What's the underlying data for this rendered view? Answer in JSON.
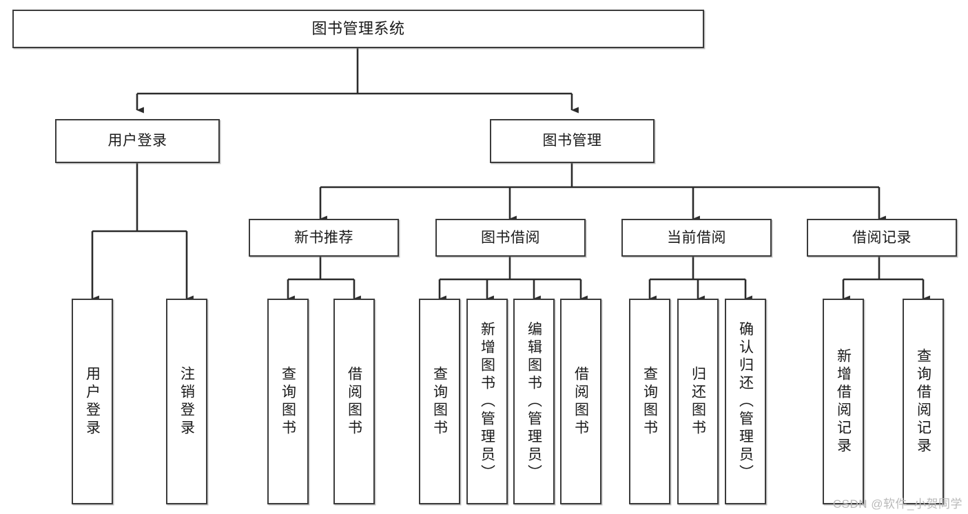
{
  "diagram": {
    "type": "tree-hierarchy",
    "title": "图书管理系统",
    "watermark": "CSDN @软件_小贺同学",
    "colors": {
      "box_border": "#3b3b3b",
      "box_fill": "#ffffff",
      "line": "#2b2b2b",
      "text": "#1a1a1a",
      "watermark": "#b9b9b9",
      "background": "#ffffff"
    },
    "levels": {
      "level1": [
        {
          "id": "root",
          "label": "图书管理系统"
        }
      ],
      "level2": [
        {
          "id": "user-login",
          "label": "用户登录",
          "parent": "root"
        },
        {
          "id": "book-manage",
          "label": "图书管理",
          "parent": "root"
        }
      ],
      "level3": [
        {
          "id": "new-book-rec",
          "label": "新书推荐",
          "parent": "book-manage"
        },
        {
          "id": "book-borrow",
          "label": "图书借阅",
          "parent": "book-manage"
        },
        {
          "id": "current-borrow",
          "label": "当前借阅",
          "parent": "book-manage"
        },
        {
          "id": "borrow-record",
          "label": "借阅记录",
          "parent": "book-manage"
        }
      ],
      "level4": [
        {
          "id": "leaf-1",
          "label": "用户登录",
          "parent": "user-login"
        },
        {
          "id": "leaf-2",
          "label": "注销登录",
          "parent": "user-login"
        },
        {
          "id": "leaf-3",
          "label": "查询图书",
          "parent": "new-book-rec"
        },
        {
          "id": "leaf-4",
          "label": "借阅图书",
          "parent": "new-book-rec"
        },
        {
          "id": "leaf-5",
          "label": "查询图书",
          "parent": "book-borrow"
        },
        {
          "id": "leaf-6",
          "label": "新增图书（管理员）",
          "parent": "book-borrow"
        },
        {
          "id": "leaf-7",
          "label": "编辑图书（管理员）",
          "parent": "book-borrow"
        },
        {
          "id": "leaf-8",
          "label": "借阅图书",
          "parent": "book-borrow"
        },
        {
          "id": "leaf-9",
          "label": "查询图书",
          "parent": "current-borrow"
        },
        {
          "id": "leaf-10",
          "label": "归还图书",
          "parent": "current-borrow"
        },
        {
          "id": "leaf-11",
          "label": "确认归还（管理员）",
          "parent": "current-borrow"
        },
        {
          "id": "leaf-12",
          "label": "新增借阅记录",
          "parent": "borrow-record"
        },
        {
          "id": "leaf-13",
          "label": "查询借阅记录",
          "parent": "borrow-record"
        }
      ]
    }
  }
}
